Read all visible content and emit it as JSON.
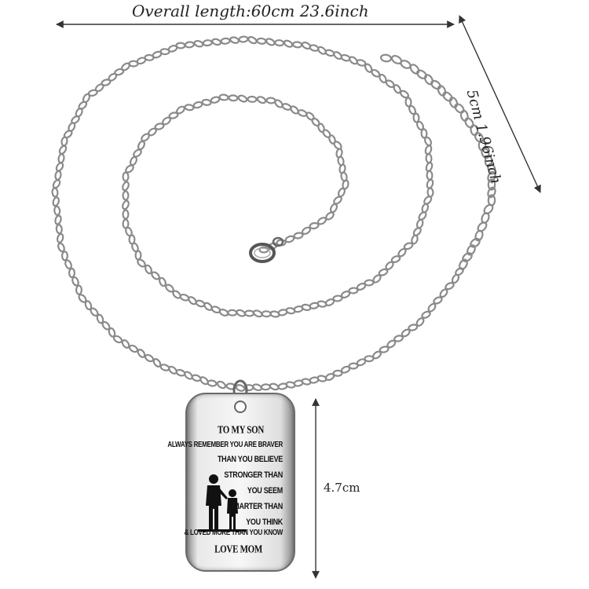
{
  "dimensions": {
    "overall_length": "Overall length:60cm 23.6inch",
    "extender_length": "5cm 1.96inch",
    "pendant_height": "4.7cm"
  },
  "pendant": {
    "title": "TO MY SON",
    "lines": [
      "ALWAYS REMEMBER YOU ARE BRAVER",
      "THAN YOU BELIEVE",
      "STRONGER THAN",
      "YOU SEEM",
      "SMARTER THAN",
      "YOU THINK",
      "& LOVED MORE THAN YOU KNOW"
    ],
    "signature": "LOVE MOM"
  },
  "colors": {
    "chain": "#8a8a8a",
    "tag_metal": "#e9e9e9",
    "engraving": "#111111",
    "dimension_line": "#333333"
  }
}
